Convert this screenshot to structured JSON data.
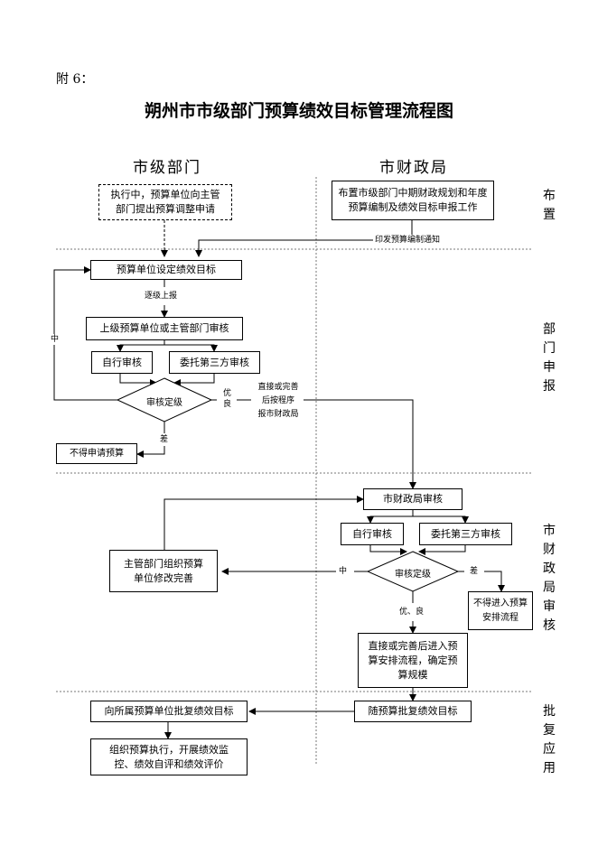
{
  "attachment_label": "附 6：",
  "title": "朔州市市级部门预算绩效目标管理流程图",
  "columns": {
    "left": "市级部门",
    "right": "市财政局"
  },
  "side_labels": {
    "stage1": "布\n置",
    "stage2": "部\n门\n申\n报",
    "stage3": "市\n财\n政\n局\n审\n核",
    "stage4": "批\n复\n应\n用"
  },
  "boxes": {
    "midterm_request": "执行中，预算单位向主管部门提出预算调整申请",
    "finance_arrange": "布置市级部门中期财政规划和年度预算编制及绩效目标申报工作",
    "set_goals": "预算单位设定绩效目标",
    "dept_review": "上级预算单位或主管部门审核",
    "self_review_1": "自行审核",
    "third_party_1": "委托第三方审核",
    "diamond_1": "审核定级",
    "not_apply": "不得申请预算",
    "finance_review": "市财政局审核",
    "self_review_2": "自行审核",
    "third_party_2": "委托第三方审核",
    "diamond_2": "审核定级",
    "dept_revise": "主管部门组织预算单位修改完善",
    "no_arrange": "不得进入预算安排流程",
    "enter_budget": "直接或完善后进入预算安排流程，确定预算规模",
    "approve_with_budget": "随预算批复绩效目标",
    "approve_to_unit": "向所属预算单位批复绩效目标",
    "execute": "组织预算执行，开展绩效监控、绩效自评和绩效评价"
  },
  "edge_labels": {
    "notice": "印发预算编制通知",
    "report_up": "逐级上报",
    "medium_1": "中",
    "good_1": "优\n良",
    "direct_or_improve": "直接或完善\n后按程序\n报市财政局",
    "poor_1": "差",
    "medium_2": "中",
    "poor_2": "差",
    "excellent_good": "优、良"
  }
}
